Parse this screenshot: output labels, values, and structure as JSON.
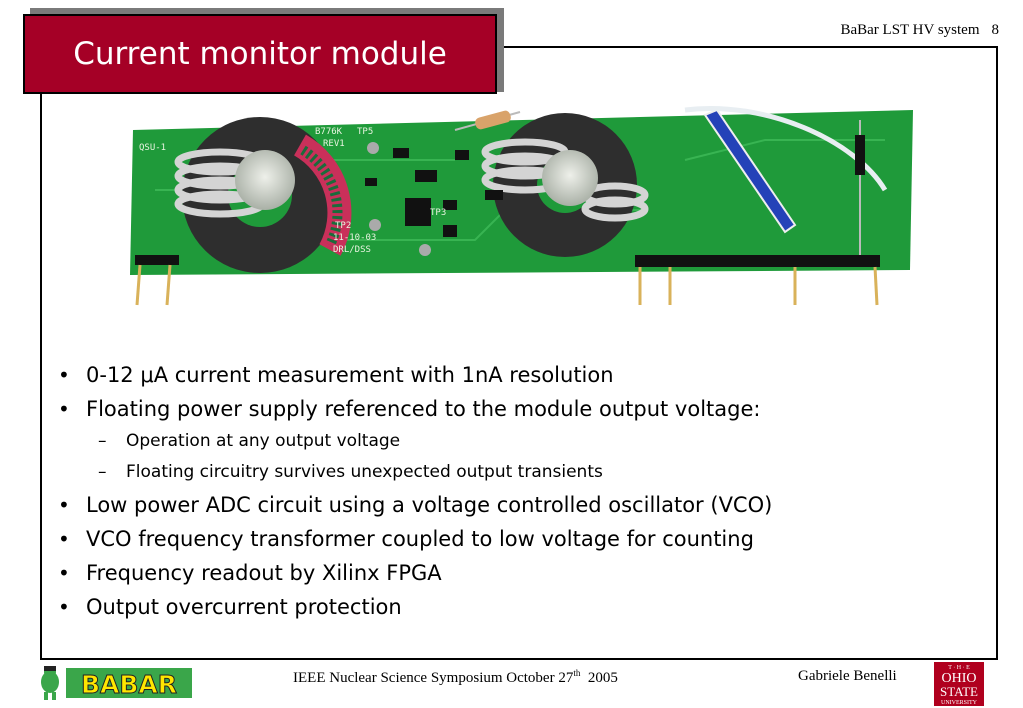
{
  "header": {
    "doc_title": "BaBar LST HV system",
    "page_number": "8"
  },
  "slide": {
    "title": "Current monitor module"
  },
  "photo": {
    "board_labels": [
      "QSU-1",
      "B776K",
      "TP5",
      "REV1",
      "TP2",
      "TP3",
      "11-10-03",
      "DRL/DSS"
    ]
  },
  "bullets": [
    {
      "text": "0-12 μA current measurement with 1nA resolution"
    },
    {
      "text": "Floating power supply referenced to the module output voltage:",
      "sub": [
        "Operation at any output voltage",
        "Floating circuitry survives unexpected output transients"
      ]
    },
    {
      "text": "Low power ADC circuit using a voltage controlled oscillator (VCO)"
    },
    {
      "text": "VCO frequency transformer coupled to low voltage for counting"
    },
    {
      "text": "Frequency readout by Xilinx FPGA"
    },
    {
      "text": "Output overcurrent protection"
    }
  ],
  "footer": {
    "conference": "IEEE Nuclear Science Symposium  October 27",
    "date_suffix": "th",
    "year": "  2005",
    "author": "Gabriele Benelli"
  },
  "logos": {
    "babar_text": "BABAR",
    "osu_lines": [
      "T · H · E",
      "OHIO",
      "STATE",
      "UNIVERSITY"
    ]
  },
  "colors": {
    "title_bg": "#a50026",
    "board_green": "#1f9a3a",
    "babar_green": "#3aa64a"
  }
}
